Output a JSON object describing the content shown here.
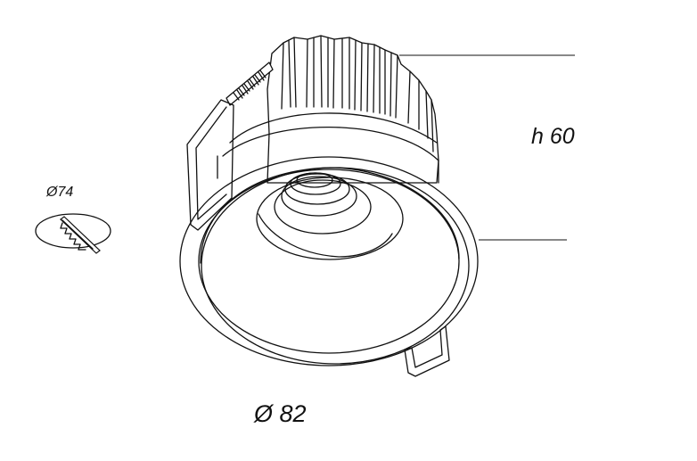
{
  "dimensions": {
    "height": "h 60",
    "outer_diameter": "Ø 82",
    "cutout_diameter": "Ø74"
  },
  "icons": {
    "cutout": "cutout-saw-icon",
    "product": "recessed-downlight-drawing"
  },
  "colors": {
    "line": "#111111",
    "background": "#ffffff"
  }
}
